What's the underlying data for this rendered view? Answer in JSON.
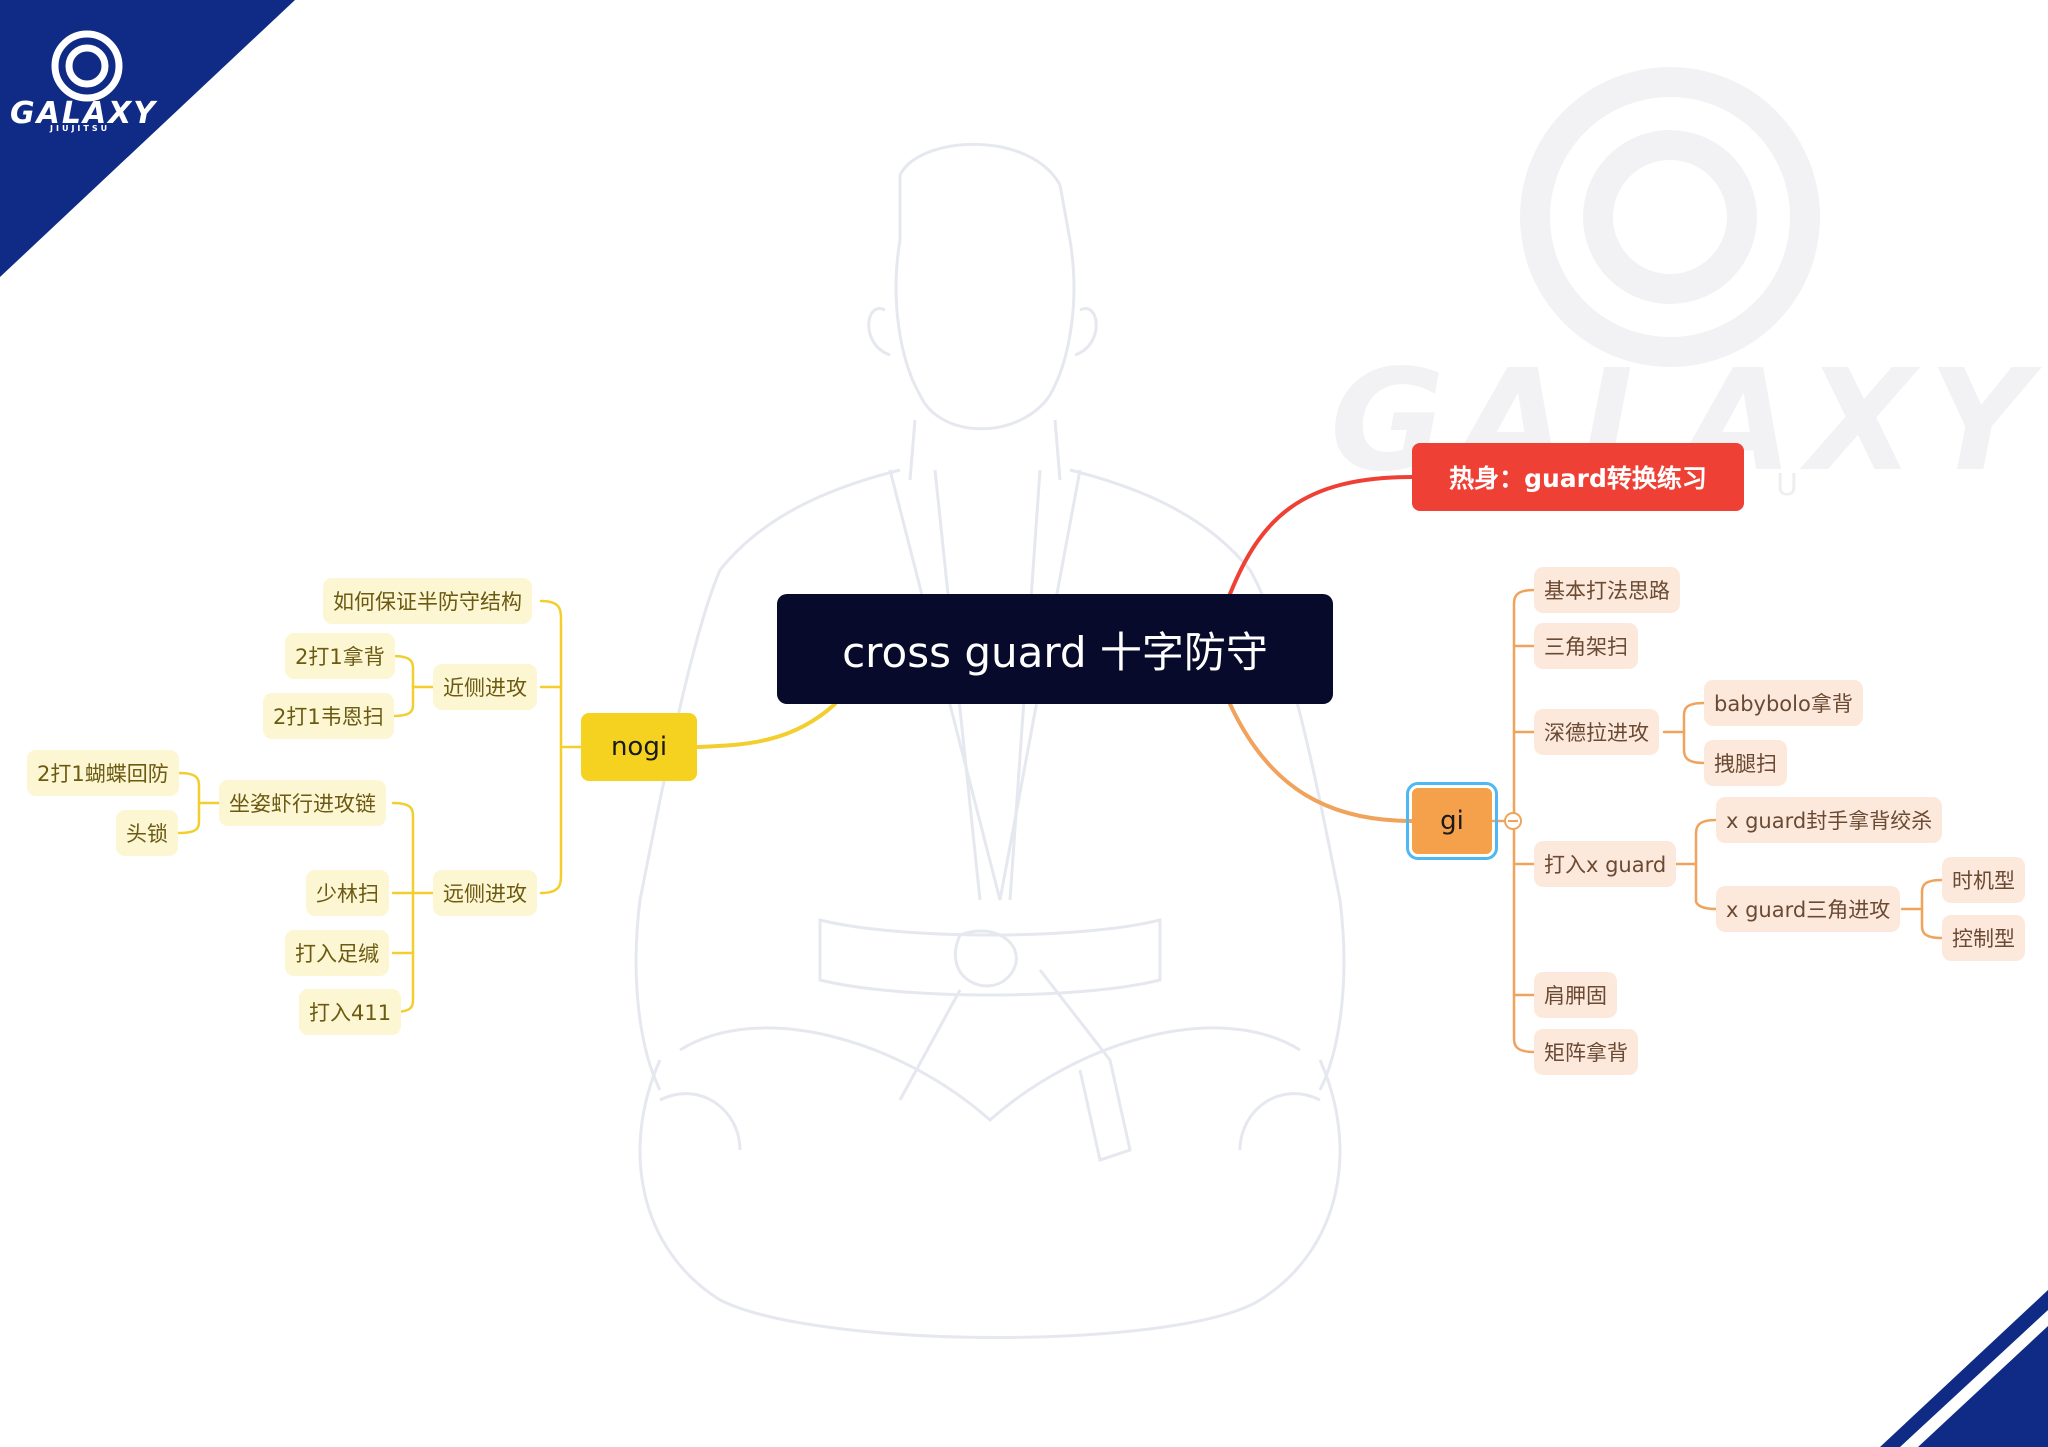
{
  "logo": {
    "name": "GALAXY",
    "sub": "JIUJITSU"
  },
  "watermark": {
    "name": "GALAXY",
    "sub": "U"
  },
  "central": "cross guard 十字防守",
  "warmup": "热身：guard转换练习",
  "nogi": {
    "label": "nogi",
    "items": {
      "structure": "如何保证半防守结构",
      "near": "近侧进攻",
      "near_back": "2打1拿背",
      "near_wayne": "2打1韦恩扫",
      "far": "远侧进攻",
      "sit": "坐姿虾行进攻链",
      "butterfly": "2打1蝴蝶回防",
      "headlock": "头锁",
      "shaolin": "少林扫",
      "ankle": "打入足缄",
      "f411": "打入411"
    }
  },
  "gi": {
    "label": "gi",
    "items": {
      "basic": "基本打法思路",
      "tri_sweep": "三角架扫",
      "dlr": "深德拉进攻",
      "babybolo": "babybolo拿背",
      "leg_drag": "拽腿扫",
      "xguard": "打入x guard",
      "x_seal": "x guard封手拿背绞杀",
      "x_tri": "x guard三角进攻",
      "timing": "时机型",
      "control": "控制型",
      "omoplata": "肩胛固",
      "matrix": "矩阵拿背"
    }
  },
  "colors": {
    "nogi_line": "#f2cf2e",
    "gi_line": "#f0a35c",
    "warm_line": "#ef4036",
    "corner": "#102b86"
  }
}
